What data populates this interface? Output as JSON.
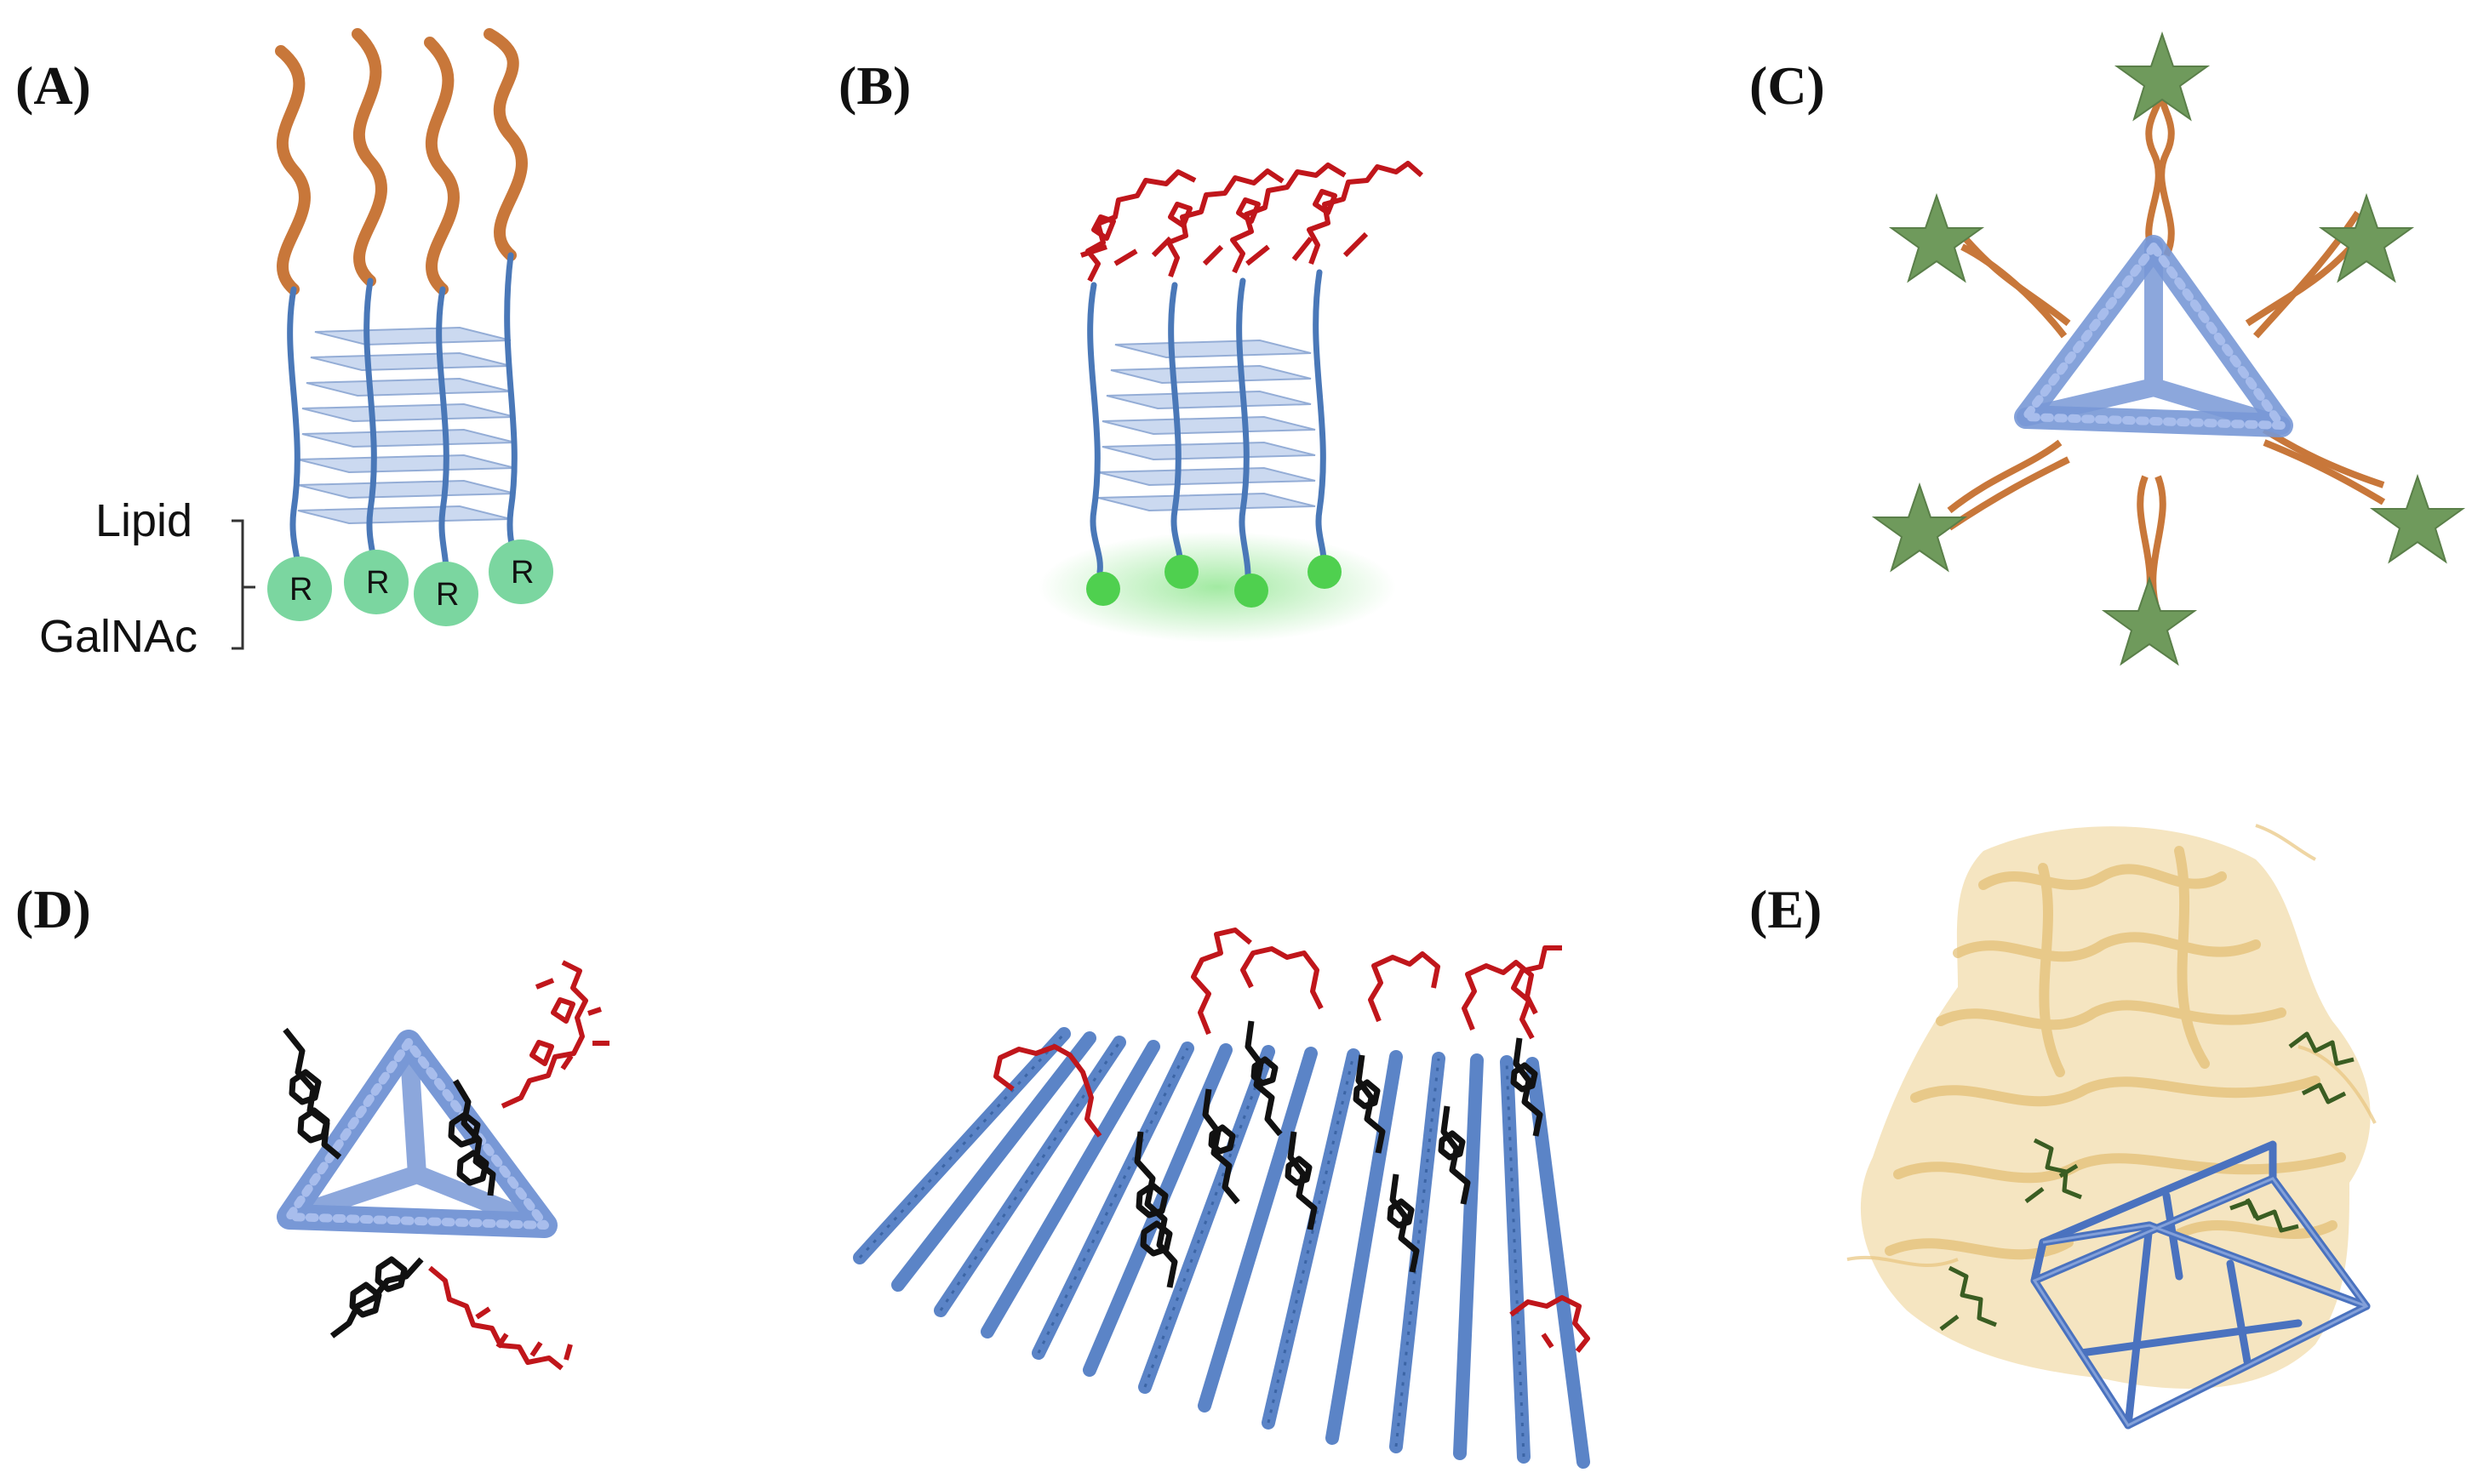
{
  "panels": {
    "a": {
      "label": "(A)",
      "lipid_label": "Lipid",
      "galnac_label": "GalNAc",
      "r_labels": [
        "R",
        "R",
        "R",
        "R"
      ]
    },
    "b": {
      "label": "(B)"
    },
    "c": {
      "label": "(C)"
    },
    "d": {
      "label": "(D)"
    },
    "e": {
      "label": "(E)"
    }
  },
  "colors": {
    "background": "#ffffff",
    "rna_strand": "#c8773a",
    "dna_backbone": "#4a78b8",
    "dna_plate": "#c9d8f0",
    "dna_structure": "#5b84c7",
    "drug_red": "#c0161b",
    "ligand_green": "#7bd6a0",
    "star_green": "#6f9a5c",
    "cholesterol_black": "#111111",
    "protein_tan": "#edcf8e",
    "ligand_dark_green": "#3a5d22"
  },
  "icons": [
    "rna-strand",
    "dna-tetrahedron",
    "dna-bundle",
    "dna-cube",
    "protein-ribbon",
    "star-ligand",
    "drug-molecule",
    "cholesterol-molecule"
  ]
}
